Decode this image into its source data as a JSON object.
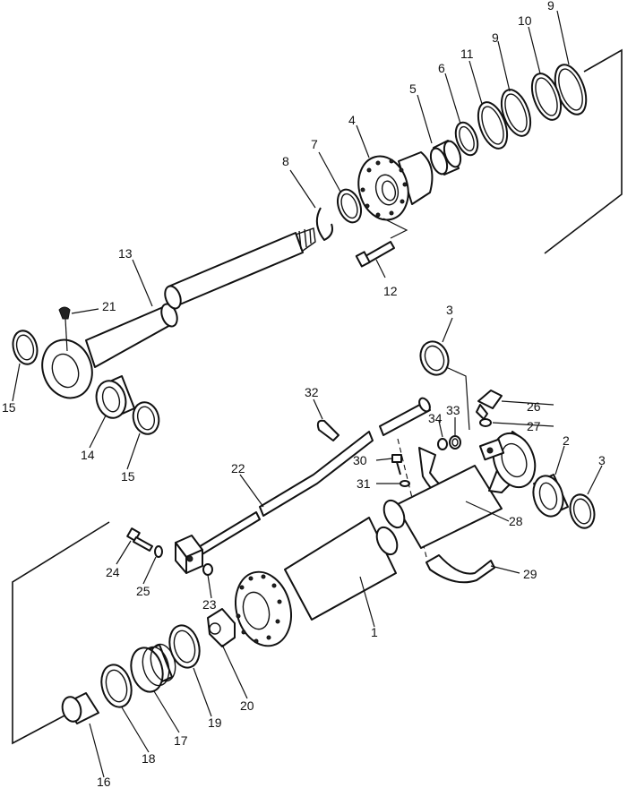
{
  "diagram": {
    "callouts": {
      "c1": "1",
      "c2": "2",
      "c3a": "3",
      "c3b": "3",
      "c4": "4",
      "c5": "5",
      "c6": "6",
      "c7": "7",
      "c8": "8",
      "c9a": "9",
      "c9b": "9",
      "c10": "10",
      "c11": "11",
      "c12": "12",
      "c13": "13",
      "c14": "14",
      "c15a": "15",
      "c15b": "15",
      "c16": "16",
      "c17": "17",
      "c18": "18",
      "c19": "19",
      "c20": "20",
      "c21": "21",
      "c22": "22",
      "c23": "23",
      "c24": "24",
      "c25": "25",
      "c26": "26",
      "c27": "27",
      "c28": "28",
      "c29": "29",
      "c30": "30",
      "c31": "31",
      "c32": "32",
      "c33": "33",
      "c34": "34"
    }
  }
}
